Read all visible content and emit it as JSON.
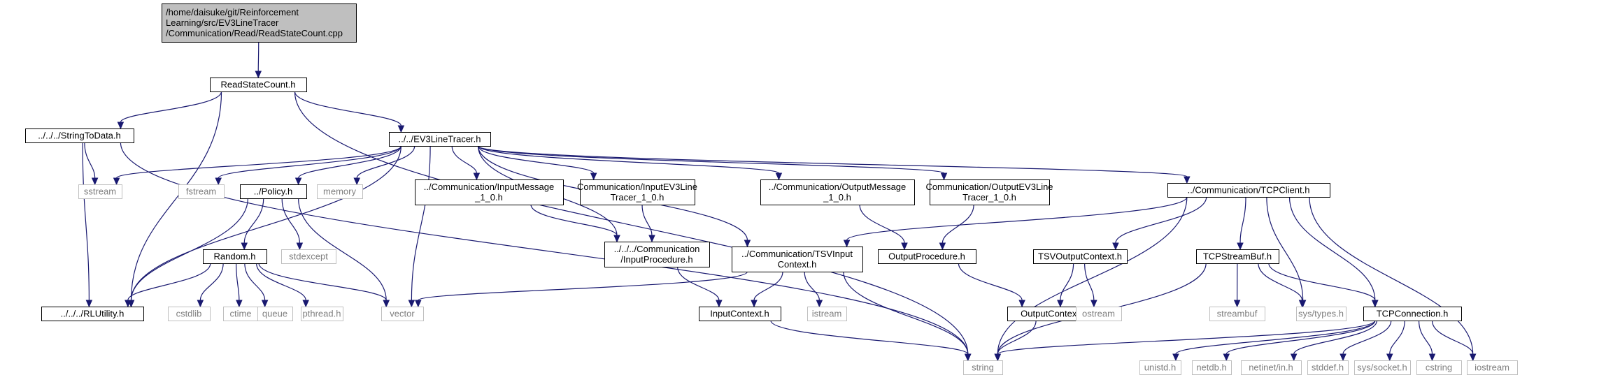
{
  "colors": {
    "edge": "#191970",
    "node_border": "#000000",
    "node_fill": "#ffffff",
    "root_fill": "#bfbfbf",
    "sys_border": "#bfbfbf",
    "sys_text": "#808080",
    "text": "#000000"
  },
  "nodes": [
    {
      "id": "root",
      "kind": "root",
      "lines": [
        "/home/daisuke/git/Reinforcement",
        "Learning/src/EV3LineTracer",
        "/Communication/Read/ReadStateCount.cpp"
      ]
    },
    {
      "id": "readstate",
      "kind": "file",
      "lines": [
        "ReadStateCount.h"
      ]
    },
    {
      "id": "stringtodata",
      "kind": "file",
      "lines": [
        "../../../StringToData.h"
      ]
    },
    {
      "id": "ev3",
      "kind": "file",
      "lines": [
        "../../EV3LineTracer.h"
      ]
    },
    {
      "id": "sstream",
      "kind": "sys",
      "lines": [
        "sstream"
      ]
    },
    {
      "id": "fstream",
      "kind": "sys",
      "lines": [
        "fstream"
      ]
    },
    {
      "id": "policy",
      "kind": "file",
      "lines": [
        "../Policy.h"
      ]
    },
    {
      "id": "memory",
      "kind": "sys",
      "lines": [
        "memory"
      ]
    },
    {
      "id": "inmsg",
      "kind": "file",
      "lines": [
        "../Communication/InputMessage",
        "_1_0.h"
      ]
    },
    {
      "id": "inev3",
      "kind": "file",
      "lines": [
        "Communication/InputEV3Line",
        "Tracer_1_0.h"
      ]
    },
    {
      "id": "outmsg",
      "kind": "file",
      "lines": [
        "../Communication/OutputMessage",
        "_1_0.h"
      ]
    },
    {
      "id": "outev3",
      "kind": "file",
      "lines": [
        "Communication/OutputEV3Line",
        "Tracer_1_0.h"
      ]
    },
    {
      "id": "tcpclient",
      "kind": "file",
      "lines": [
        "../Communication/TCPClient.h"
      ]
    },
    {
      "id": "random",
      "kind": "file",
      "lines": [
        "Random.h"
      ]
    },
    {
      "id": "stdexcept",
      "kind": "sys",
      "lines": [
        "stdexcept"
      ]
    },
    {
      "id": "inproc",
      "kind": "file",
      "lines": [
        "../../../Communication",
        "/InputProcedure.h"
      ]
    },
    {
      "id": "tsvin",
      "kind": "file",
      "lines": [
        "../Communication/TSVInput",
        "Context.h"
      ]
    },
    {
      "id": "outproc",
      "kind": "file",
      "lines": [
        "OutputProcedure.h"
      ]
    },
    {
      "id": "tsvout",
      "kind": "file",
      "lines": [
        "TSVOutputContext.h"
      ]
    },
    {
      "id": "tcpsb",
      "kind": "file",
      "lines": [
        "TCPStreamBuf.h"
      ]
    },
    {
      "id": "rlutil",
      "kind": "file",
      "lines": [
        "../../../RLUtility.h"
      ]
    },
    {
      "id": "cstdlib",
      "kind": "sys",
      "lines": [
        "cstdlib"
      ]
    },
    {
      "id": "ctime",
      "kind": "sys",
      "lines": [
        "ctime"
      ]
    },
    {
      "id": "queue",
      "kind": "sys",
      "lines": [
        "queue"
      ]
    },
    {
      "id": "pthread",
      "kind": "sys",
      "lines": [
        "pthread.h"
      ]
    },
    {
      "id": "vector",
      "kind": "sys",
      "lines": [
        "vector"
      ]
    },
    {
      "id": "inctx",
      "kind": "file",
      "lines": [
        "InputContext.h"
      ]
    },
    {
      "id": "istream",
      "kind": "sys",
      "lines": [
        "istream"
      ]
    },
    {
      "id": "outctx",
      "kind": "file",
      "lines": [
        "OutputContext.h"
      ]
    },
    {
      "id": "ostream",
      "kind": "sys",
      "lines": [
        "ostream"
      ]
    },
    {
      "id": "streambuf",
      "kind": "sys",
      "lines": [
        "streambuf"
      ]
    },
    {
      "id": "systypes",
      "kind": "sys",
      "lines": [
        "sys/types.h"
      ]
    },
    {
      "id": "tcpconn",
      "kind": "file",
      "lines": [
        "TCPConnection.h"
      ]
    },
    {
      "id": "string",
      "kind": "sys",
      "lines": [
        "string"
      ]
    },
    {
      "id": "unistd",
      "kind": "sys",
      "lines": [
        "unistd.h"
      ]
    },
    {
      "id": "netdb",
      "kind": "sys",
      "lines": [
        "netdb.h"
      ]
    },
    {
      "id": "netinet",
      "kind": "sys",
      "lines": [
        "netinet/in.h"
      ]
    },
    {
      "id": "stddef",
      "kind": "sys",
      "lines": [
        "stddef.h"
      ]
    },
    {
      "id": "syssocket",
      "kind": "sys",
      "lines": [
        "sys/socket.h"
      ]
    },
    {
      "id": "cstring",
      "kind": "sys",
      "lines": [
        "cstring"
      ]
    },
    {
      "id": "iostream",
      "kind": "sys",
      "lines": [
        "iostream"
      ]
    }
  ],
  "edges": [
    [
      "root",
      "readstate"
    ],
    [
      "readstate",
      "stringtodata"
    ],
    [
      "readstate",
      "ev3"
    ],
    [
      "readstate",
      "rlutil"
    ],
    [
      "readstate",
      "string"
    ],
    [
      "stringtodata",
      "sstream"
    ],
    [
      "stringtodata",
      "rlutil"
    ],
    [
      "stringtodata",
      "string"
    ],
    [
      "ev3",
      "sstream"
    ],
    [
      "ev3",
      "fstream"
    ],
    [
      "ev3",
      "policy"
    ],
    [
      "ev3",
      "memory"
    ],
    [
      "ev3",
      "inmsg"
    ],
    [
      "ev3",
      "inev3"
    ],
    [
      "ev3",
      "outmsg"
    ],
    [
      "ev3",
      "outev3"
    ],
    [
      "ev3",
      "tcpclient"
    ],
    [
      "ev3",
      "rlutil"
    ],
    [
      "ev3",
      "vector"
    ],
    [
      "ev3",
      "tsvin"
    ],
    [
      "ev3",
      "inproc"
    ],
    [
      "policy",
      "random"
    ],
    [
      "policy",
      "stdexcept"
    ],
    [
      "policy",
      "rlutil"
    ],
    [
      "policy",
      "vector"
    ],
    [
      "random",
      "rlutil"
    ],
    [
      "random",
      "cstdlib"
    ],
    [
      "random",
      "ctime"
    ],
    [
      "random",
      "queue"
    ],
    [
      "random",
      "pthread"
    ],
    [
      "random",
      "vector"
    ],
    [
      "inmsg",
      "inproc"
    ],
    [
      "inev3",
      "inproc"
    ],
    [
      "outmsg",
      "outproc"
    ],
    [
      "outev3",
      "outproc"
    ],
    [
      "tcpclient",
      "tsvin"
    ],
    [
      "tcpclient",
      "tsvout"
    ],
    [
      "tcpclient",
      "tcpsb"
    ],
    [
      "tcpclient",
      "systypes"
    ],
    [
      "tcpclient",
      "tcpconn"
    ],
    [
      "tcpclient",
      "iostream"
    ],
    [
      "tcpclient",
      "string"
    ],
    [
      "inproc",
      "inctx"
    ],
    [
      "tsvin",
      "inctx"
    ],
    [
      "tsvin",
      "istream"
    ],
    [
      "tsvin",
      "vector"
    ],
    [
      "tsvin",
      "string"
    ],
    [
      "outproc",
      "outctx"
    ],
    [
      "tsvout",
      "outctx"
    ],
    [
      "tsvout",
      "ostream"
    ],
    [
      "tcpsb",
      "streambuf"
    ],
    [
      "tcpsb",
      "systypes"
    ],
    [
      "tcpsb",
      "tcpconn"
    ],
    [
      "tcpsb",
      "string"
    ],
    [
      "inctx",
      "string"
    ],
    [
      "outctx",
      "string"
    ],
    [
      "tcpconn",
      "string"
    ],
    [
      "tcpconn",
      "unistd"
    ],
    [
      "tcpconn",
      "netdb"
    ],
    [
      "tcpconn",
      "netinet"
    ],
    [
      "tcpconn",
      "stddef"
    ],
    [
      "tcpconn",
      "syssocket"
    ],
    [
      "tcpconn",
      "cstring"
    ],
    [
      "tcpconn",
      "iostream"
    ]
  ]
}
